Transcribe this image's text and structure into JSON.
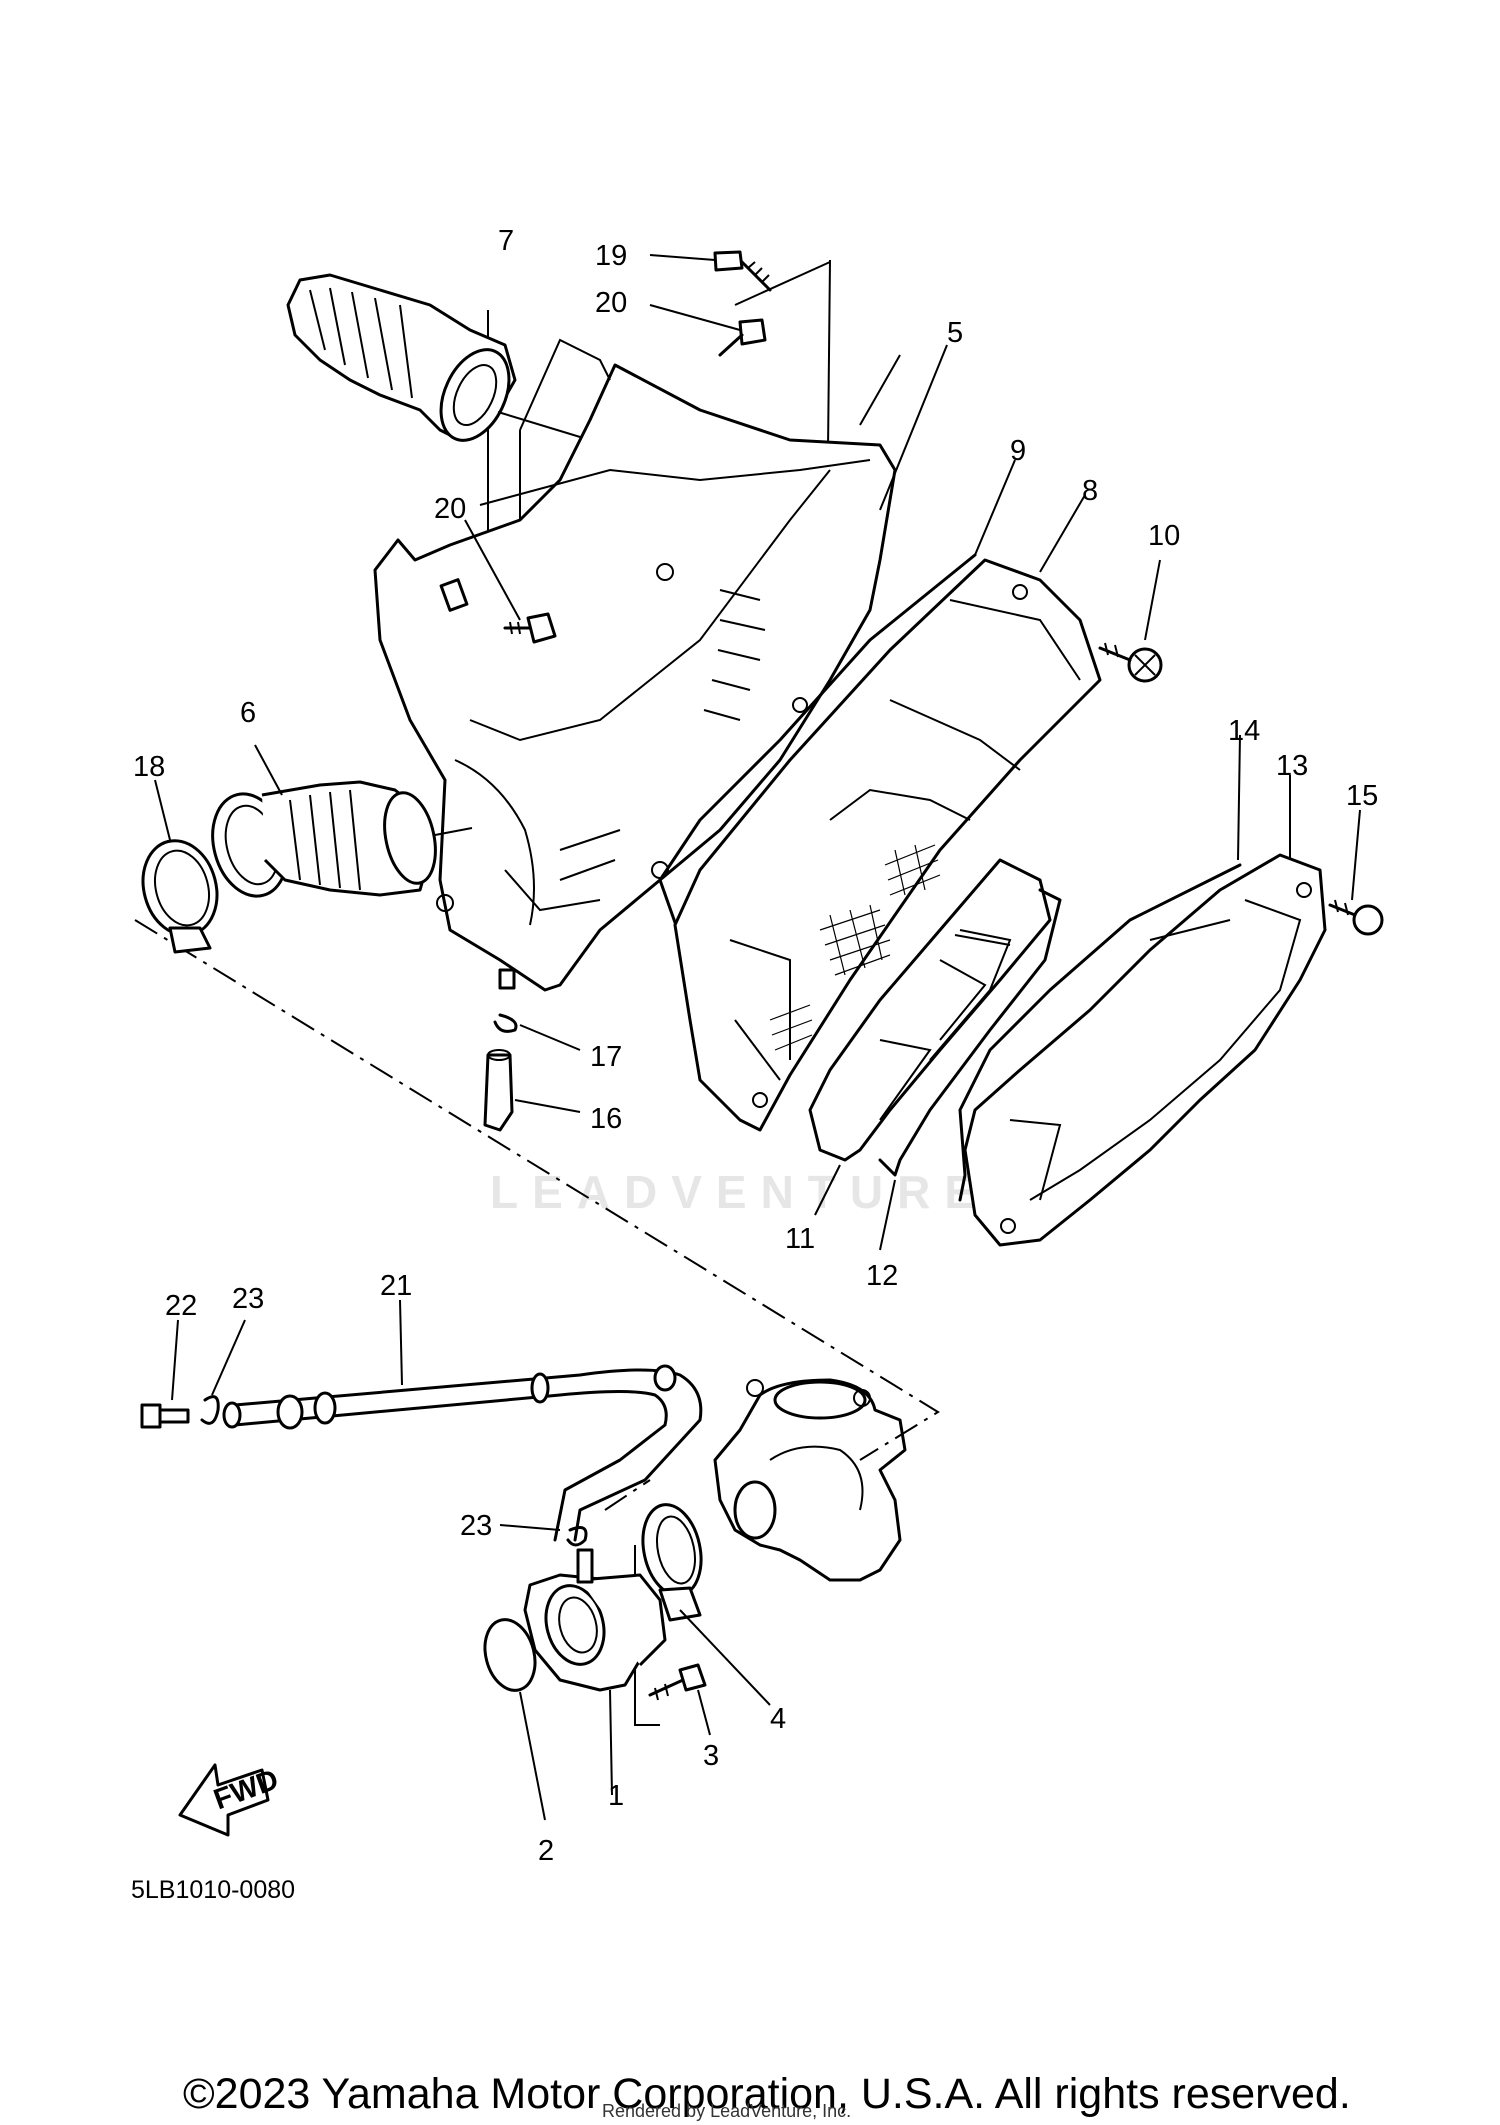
{
  "diagram": {
    "code": "5LB1010-0080",
    "fwd_label": "FWD",
    "watermark": "LEADVENTURE",
    "callouts": [
      "1",
      "2",
      "3",
      "4",
      "5",
      "6",
      "7",
      "8",
      "9",
      "10",
      "11",
      "12",
      "13",
      "14",
      "15",
      "16",
      "17",
      "18",
      "19",
      "20",
      "20",
      "21",
      "22",
      "23",
      "23"
    ]
  },
  "footer": {
    "copyright": "©2023 Yamaha Motor Corporation, U.S.A. All rights reserved.",
    "rendered_by": "Rendered by LeadVenture, Inc."
  }
}
